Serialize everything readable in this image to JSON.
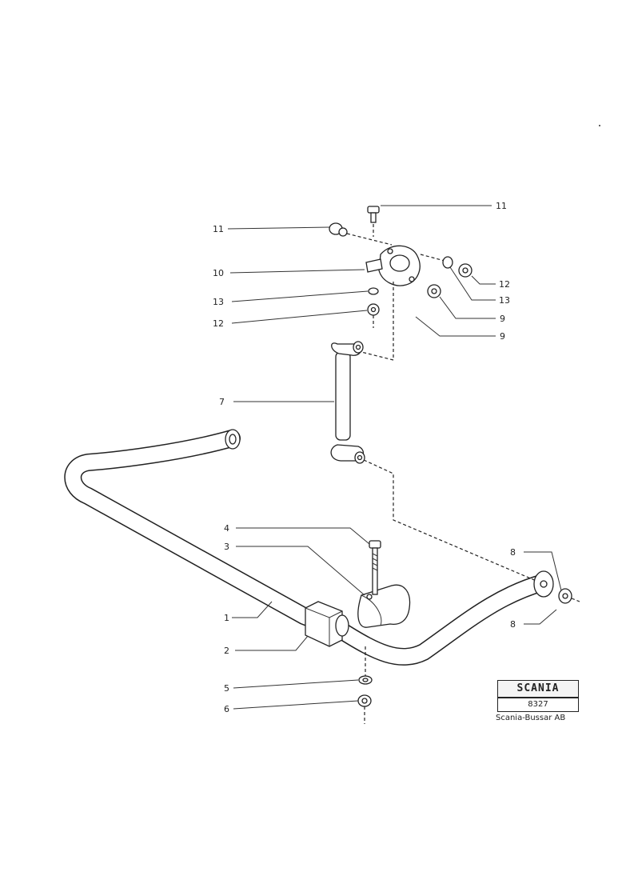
{
  "callouts": [
    {
      "id": "c11a",
      "label": "11"
    },
    {
      "id": "c11b",
      "label": "11"
    },
    {
      "id": "c10",
      "label": "10"
    },
    {
      "id": "c13a",
      "label": "13"
    },
    {
      "id": "c12a",
      "label": "12"
    },
    {
      "id": "c12b",
      "label": "12"
    },
    {
      "id": "c13b",
      "label": "13"
    },
    {
      "id": "c9a",
      "label": "9"
    },
    {
      "id": "c9b",
      "label": "9"
    },
    {
      "id": "c7",
      "label": "7"
    },
    {
      "id": "c4",
      "label": "4"
    },
    {
      "id": "c3",
      "label": "3"
    },
    {
      "id": "c1",
      "label": "1"
    },
    {
      "id": "c2",
      "label": "2"
    },
    {
      "id": "c5",
      "label": "5"
    },
    {
      "id": "c6",
      "label": "6"
    },
    {
      "id": "c8a",
      "label": "8"
    },
    {
      "id": "c8b",
      "label": "8"
    }
  ],
  "title_block": {
    "logo": "SCANIA",
    "drawing_number": "8327",
    "company": "Scania-Bussar AB"
  }
}
